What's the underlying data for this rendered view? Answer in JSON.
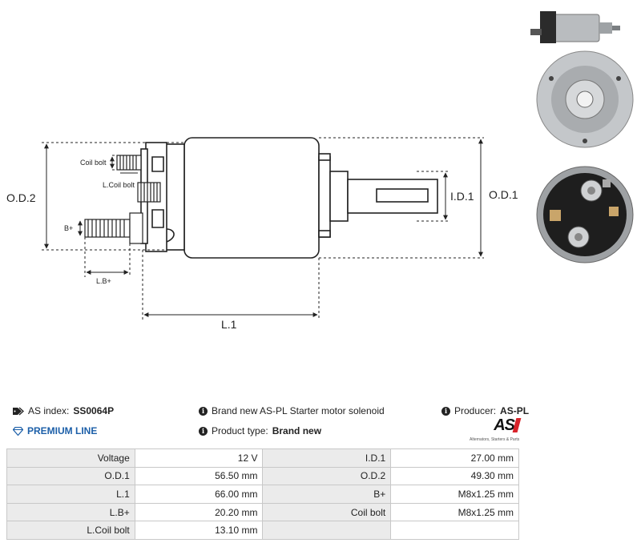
{
  "diagram": {
    "labels": {
      "od2": "O.D.2",
      "od1": "O.D.1",
      "id1": "I.D.1",
      "l1": "L.1",
      "coil_bolt": "Coil bolt",
      "l_coil_bolt": "L.Coil bolt",
      "b_plus": "B+",
      "l_b_plus": "L.B+"
    }
  },
  "info": {
    "as_index_label": "AS index:",
    "as_index_value": "SS0064P",
    "premium": "PREMIUM LINE",
    "description": "Brand new AS-PL Starter motor solenoid",
    "product_type_label": "Product type:",
    "product_type_value": "Brand new",
    "producer_label": "Producer:",
    "producer_value": "AS-PL",
    "logo_text": "AS",
    "logo_tagline": "Alternators, Starters & Parts"
  },
  "specs": [
    {
      "label1": "Voltage",
      "value1": "12 V",
      "label2": "I.D.1",
      "value2": "27.00 mm"
    },
    {
      "label1": "O.D.1",
      "value1": "56.50 mm",
      "label2": "O.D.2",
      "value2": "49.30 mm"
    },
    {
      "label1": "L.1",
      "value1": "66.00 mm",
      "label2": "B+",
      "value2": "M8x1.25 mm"
    },
    {
      "label1": "L.B+",
      "value1": "20.20 mm",
      "label2": "Coil bolt",
      "value2": "M8x1.25 mm"
    },
    {
      "label1": "L.Coil bolt",
      "value1": "13.10 mm",
      "label2": "",
      "value2": ""
    }
  ]
}
